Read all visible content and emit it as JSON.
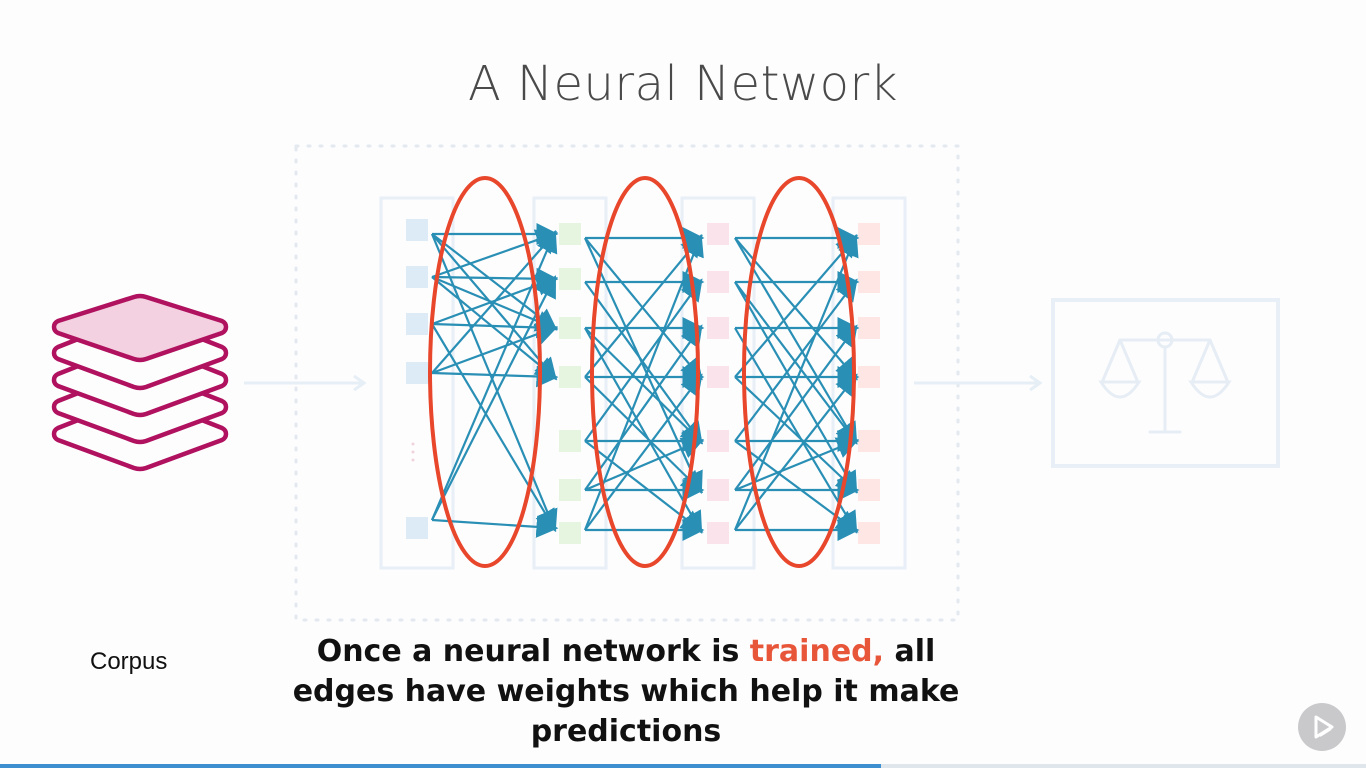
{
  "title": "A Neural Network",
  "corpus_label": "Corpus",
  "caption": {
    "before": "Once a neural network is ",
    "highlight": "trained,",
    "after": " all edges have weights which help it make predictions"
  },
  "colors": {
    "edge": "#2a8fb5",
    "ellipse": "#e8472c",
    "corpus": "#b0125f",
    "corpus_fill": "#f3d1e0",
    "highlight": "#e8563a",
    "faded": "#e6eef6"
  },
  "icons": {
    "corpus": "stacked-layers-icon",
    "output": "balance-scale-icon",
    "player": "play-icon"
  },
  "network": {
    "layers": [
      {
        "name": "input",
        "nodes": 6,
        "color": "#dcebf6"
      },
      {
        "name": "hidden-1",
        "nodes": 7,
        "color": "#e5f5df"
      },
      {
        "name": "hidden-2",
        "nodes": 7,
        "color": "#fbe3ec"
      },
      {
        "name": "output",
        "nodes": 7,
        "color": "#fde6e3"
      }
    ],
    "highlighted_edge_groups": 3
  },
  "progress_fraction": 0.645
}
